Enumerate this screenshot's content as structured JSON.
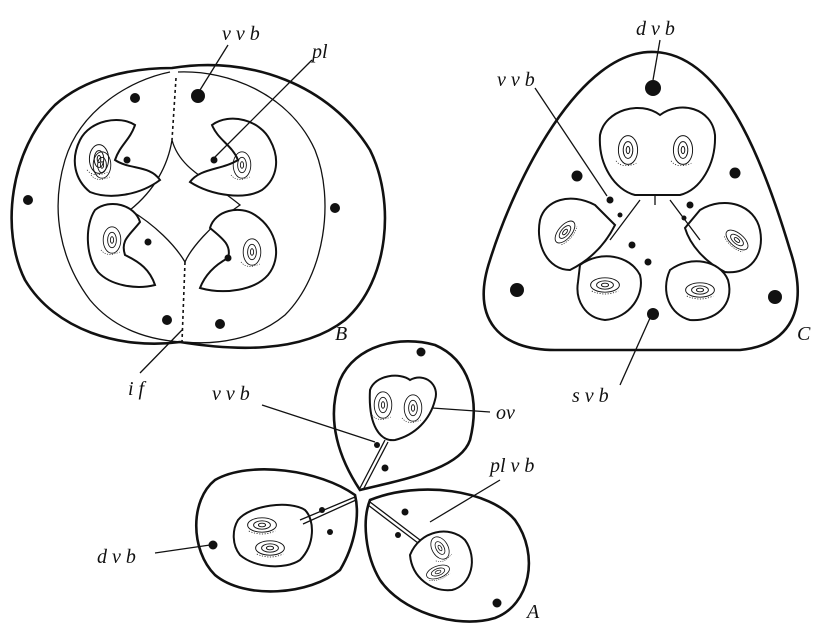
{
  "figure": {
    "panels": [
      {
        "id": "B",
        "label": "B"
      },
      {
        "id": "C",
        "label": "C"
      },
      {
        "id": "A",
        "label": "A"
      }
    ],
    "labels": {
      "B_vvb": "v v b",
      "B_pl": "pl",
      "B_if": "i f",
      "C_dvb": "d v b",
      "C_vvb": "v v b",
      "C_svb": "s v b",
      "A_vvb": "v v b",
      "A_ov": "ov",
      "A_plvb": "pl v b",
      "A_dvb": "d v b"
    }
  }
}
